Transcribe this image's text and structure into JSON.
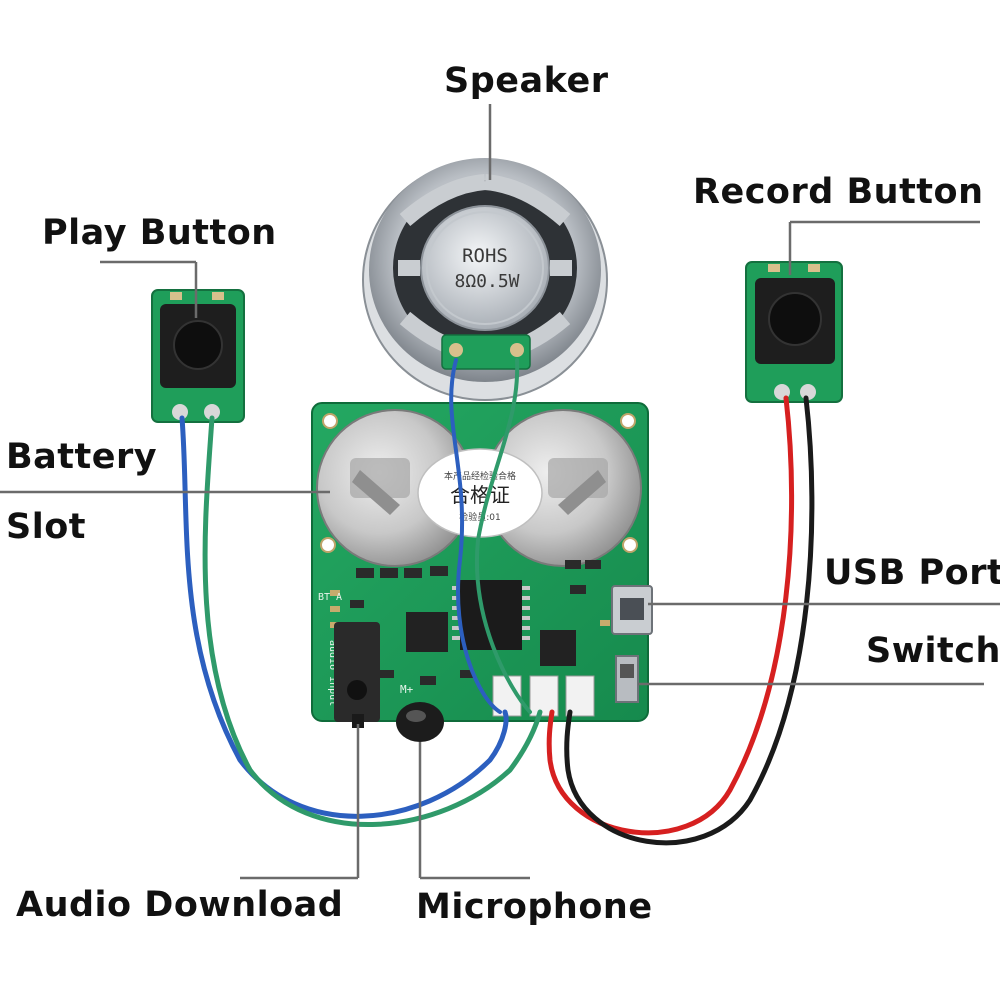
{
  "labels": {
    "speaker": "Speaker",
    "record_button": "Record Button",
    "play_button": "Play Button",
    "battery_line1": "Battery",
    "battery_line2": "Slot",
    "usb_port": "USB Port",
    "switch": "Switch",
    "audio_download": "Audio Download",
    "microphone": "Microphone"
  },
  "component_markings": {
    "speaker_brand": "ROHS",
    "speaker_rating": "8Ω0.5W",
    "certificate_title": "合格证",
    "certificate_top": "本产品经检验合格",
    "certificate_bottom": "检验员:01",
    "pcb_audio_input": "audio input",
    "pcb_bt": "BT A",
    "pcb_mic_polarity": "M+"
  },
  "colors": {
    "pcb_green": "#1f9e5a",
    "leader_line": "#6b6b6b",
    "wire_blue": "#2c5fbf",
    "wire_green": "#2f9a6a",
    "wire_red": "#d62020",
    "wire_black": "#1a1a1a"
  }
}
